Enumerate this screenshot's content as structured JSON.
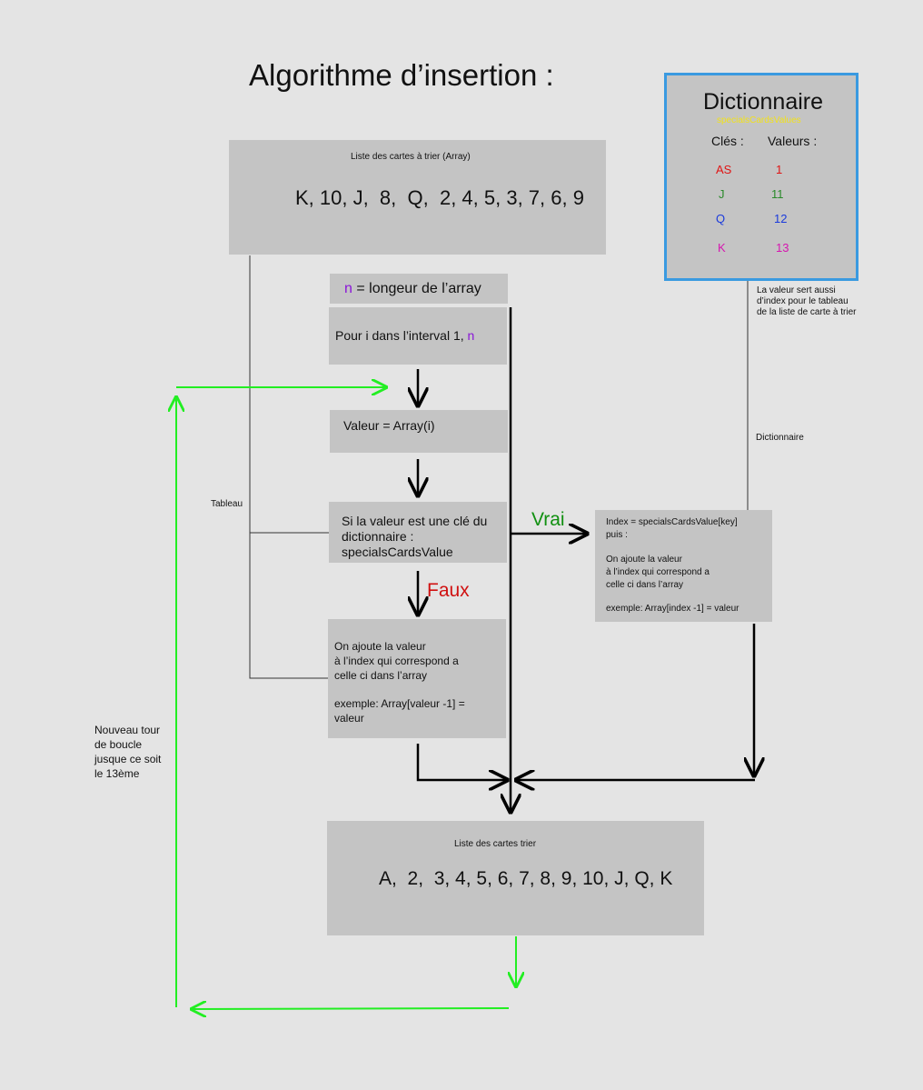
{
  "title": "Algorithme d’insertion :",
  "input_box": {
    "label": "Liste des cartes à trier (Array)",
    "values": "K, 10, J,  8,  Q,  2, 4, 5, 3, 7, 6, 9"
  },
  "length_box": {
    "var": "n",
    "text": " = longeur de l’array"
  },
  "loop_box": {
    "text": "Pour i dans l’interval 1, ",
    "var": "n"
  },
  "value_box": {
    "text": "Valeur = Array(i)"
  },
  "condition_box": {
    "line1": "Si la valeur est une clé du",
    "line2": "dictionnaire :",
    "line3": "specialsCardsValue"
  },
  "false_box": {
    "line1": "On ajoute la valeur",
    "line2": "à l’index qui correspond a",
    "line3": "celle ci dans l’array",
    "line4": "exemple: Array[valeur -1] =",
    "line5": "valeur"
  },
  "true_box": {
    "line1": "Index = specialsCardsValue[key]",
    "line2": "puis :",
    "line3": "On ajoute la valeur",
    "line4": "à l’index qui correspond a",
    "line5": "celle ci dans l’array",
    "line6": "exemple: Array[index -1] = valeur"
  },
  "labels": {
    "vrai": "Vrai",
    "faux": "Faux",
    "tableau": "Tableau",
    "dictionnaire": "Dictionnaire",
    "loop_note_1": "Nouveau tour",
    "loop_note_2": "de boucle",
    "loop_note_3": "jusque ce soit",
    "loop_note_4": "le 13ème",
    "dict_note_1": "La valeur sert aussi",
    "dict_note_2": "d’index pour le tableau",
    "dict_note_3": "de la liste de carte à trier"
  },
  "dictionary": {
    "title": "Dictionnaire",
    "subtitle": "specialsCardsValues",
    "keys_header": "Clés :",
    "values_header": "Valeurs :",
    "entries": [
      {
        "key": "AS",
        "value": "1",
        "color": "#e01414"
      },
      {
        "key": "J",
        "value": "11",
        "color": "#2a8a2a"
      },
      {
        "key": "Q",
        "value": "12",
        "color": "#1a3adc"
      },
      {
        "key": "K",
        "value": "13",
        "color": "#d616b0"
      }
    ]
  },
  "output_box": {
    "label": "Liste des cartes trier",
    "values": "A,  2,  3, 4, 5, 6, 7, 8, 9, 10, J, Q, K"
  },
  "colors": {
    "box": "#c4c4c4",
    "loop_arrow": "#22ee22",
    "dict_border": "#3a9ae0",
    "vrai": "#109010",
    "faux": "#d01010",
    "subtitle": "#f2e21a"
  }
}
